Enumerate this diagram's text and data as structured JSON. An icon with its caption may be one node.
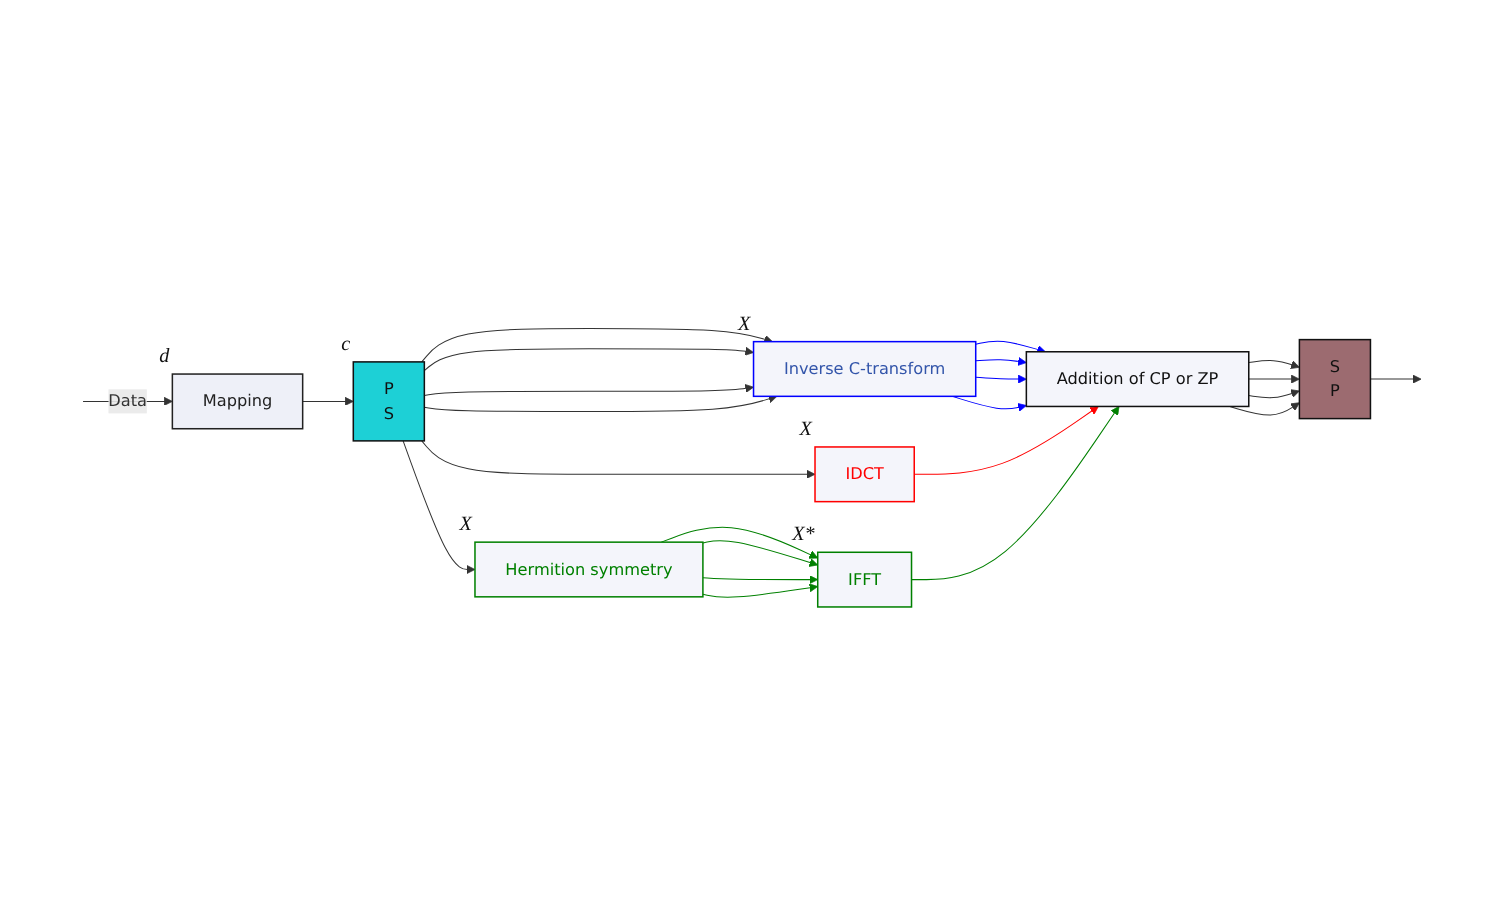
{
  "diagram": {
    "nodes": [
      {
        "text": [
          "Mapping"
        ],
        "beside": [
          "d"
        ]
      },
      {
        "text": [
          "P",
          "S"
        ],
        "beside": [
          "c"
        ]
      },
      {
        "text": [
          "Inverse C-transform"
        ],
        "beside": [
          "X"
        ]
      },
      {
        "text": [
          "Addition of CP or ZP"
        ]
      },
      {
        "text": [
          "S",
          "P"
        ]
      },
      {
        "text": [
          "IDCT"
        ],
        "beside": [
          "X"
        ]
      },
      {
        "text": [
          "Hermition symmetry"
        ],
        "beside": [
          "X"
        ]
      },
      {
        "text": [
          "IFFT"
        ],
        "beside": [
          "X*"
        ]
      }
    ],
    "edges": [
      {
        "from": null,
        "to": 0,
        "arrow": "to",
        "label": "Data"
      },
      {
        "from": 0,
        "to": 1,
        "arrow": "to"
      },
      {
        "from": 1,
        "to": 2,
        "arrow": "to"
      },
      {
        "from": 1,
        "to": 2,
        "arrow": "to"
      },
      {
        "from": 1,
        "to": 2,
        "arrow": "to"
      },
      {
        "from": 1,
        "to": 2,
        "arrow": "to"
      },
      {
        "from": 2,
        "to": 3,
        "arrow": "to",
        "color": "#0000ff"
      },
      {
        "from": 2,
        "to": 3,
        "arrow": "to",
        "color": "#0000ff"
      },
      {
        "from": 2,
        "to": 3,
        "arrow": "to",
        "color": "#0000ff"
      },
      {
        "from": 2,
        "to": 3,
        "arrow": "to",
        "color": "#0000ff"
      },
      {
        "from": 3,
        "to": 4,
        "arrow": "to"
      },
      {
        "from": 3,
        "to": 4,
        "arrow": "to"
      },
      {
        "from": 3,
        "to": 4,
        "arrow": "to"
      },
      {
        "from": 3,
        "to": 4,
        "arrow": "to"
      },
      {
        "from": 4,
        "to": null,
        "arrow": "to"
      },
      {
        "from": 1,
        "to": 5,
        "arrow": "to"
      },
      {
        "from": 1,
        "to": 6,
        "arrow": "to"
      },
      {
        "from": 5,
        "to": 3,
        "arrow": "to",
        "color": "#ff0000"
      },
      {
        "from": 6,
        "to": 7,
        "arrow": "to",
        "color": "#008000"
      },
      {
        "from": 6,
        "to": 7,
        "arrow": "to",
        "color": "#008000"
      },
      {
        "from": 6,
        "to": 7,
        "arrow": "to",
        "color": "#008000"
      },
      {
        "from": 6,
        "to": 7,
        "arrow": "to",
        "color": "#008000"
      },
      {
        "from": 7,
        "to": 3,
        "arrow": "to",
        "color": "#008000"
      }
    ]
  }
}
